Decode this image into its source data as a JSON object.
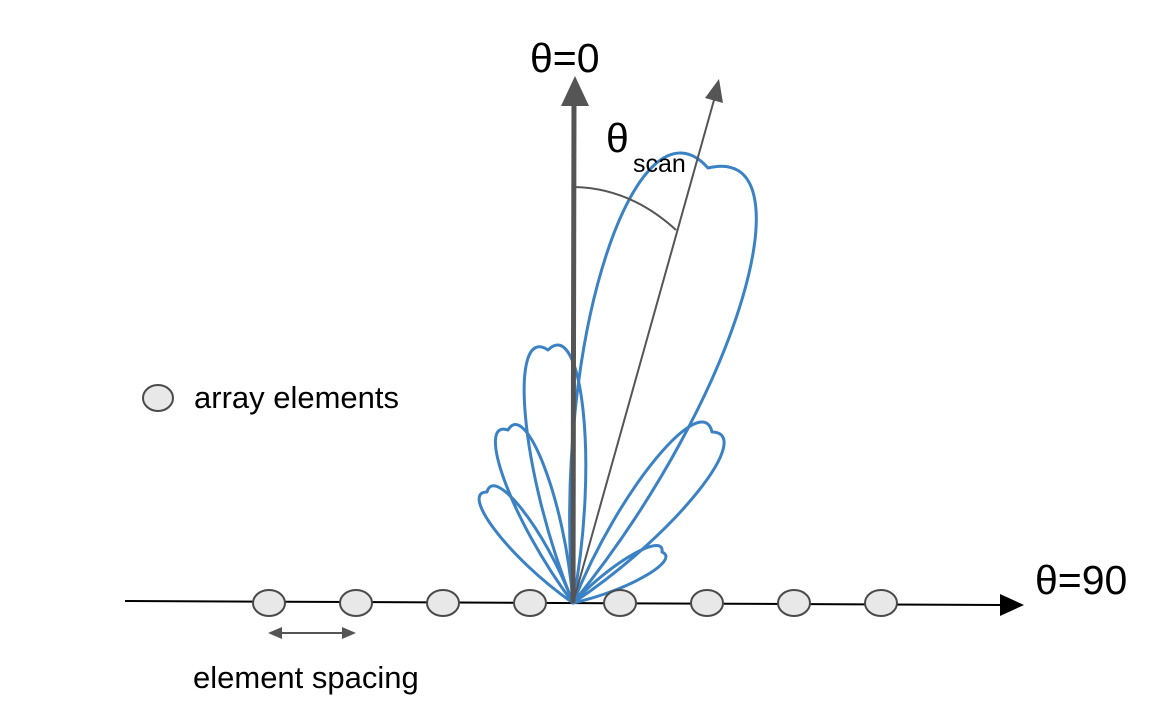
{
  "labels": {
    "axis_zero": "θ=0",
    "axis_ninety": "θ=90",
    "scan_symbol": "θ",
    "scan_subscript": "scan",
    "legend": "array elements",
    "spacing": "element spacing"
  },
  "colors": {
    "beam": "#3b82c4",
    "axis": "#000000",
    "vertical_axis": "#555555",
    "element_fill": "#e8e8e8",
    "element_stroke": "#4a4a4a"
  },
  "array": {
    "element_count": 8,
    "scan_angle_deg": 20
  }
}
